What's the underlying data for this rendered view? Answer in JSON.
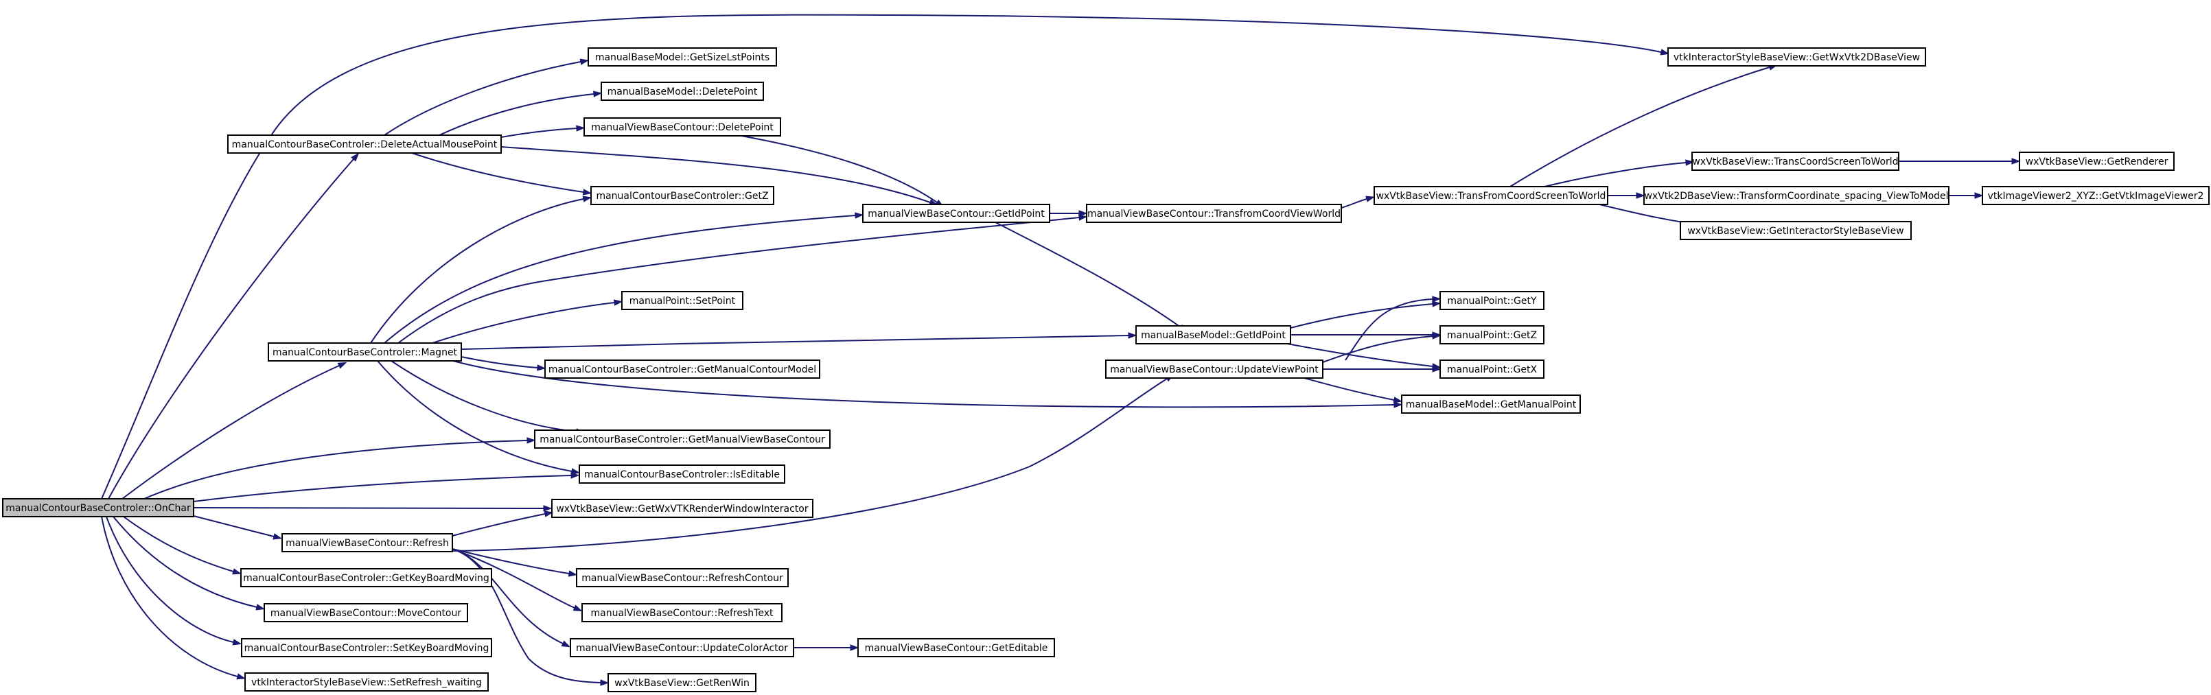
{
  "graph": {
    "edge_color": "#191970",
    "node_fill": "#ffffff",
    "root_fill": "#bfbfbf",
    "root": "manualContourBaseControler::OnChar",
    "nodes": [
      "manualContourBaseControler::OnChar",
      "manualContourBaseControler::DeleteActualMousePoint",
      "manualContourBaseControler::Magnet",
      "manualViewBaseContour::Refresh",
      "manualContourBaseControler::GetKeyBoardMoving",
      "manualViewBaseContour::MoveContour",
      "manualContourBaseControler::SetKeyBoardMoving",
      "vtkInteractorStyleBaseView::SetRefresh_waiting",
      "manualBaseModel::GetSizeLstPoints",
      "manualBaseModel::DeletePoint",
      "manualViewBaseContour::DeletePoint",
      "manualContourBaseControler::GetZ",
      "manualPoint::SetPoint",
      "manualContourBaseControler::GetManualContourModel",
      "manualContourBaseControler::GetManualViewBaseContour",
      "manualContourBaseControler::IsEditable",
      "wxVtkBaseView::GetWxVTKRenderWindowInteractor",
      "manualViewBaseContour::RefreshContour",
      "manualViewBaseContour::RefreshText",
      "manualViewBaseContour::UpdateColorActor",
      "wxVtkBaseView::GetRenWin",
      "manualViewBaseContour::GetEditable",
      "manualViewBaseContour::GetIdPoint",
      "manualViewBaseContour::TransfromCoordViewWorld",
      "manualBaseModel::GetIdPoint",
      "manualViewBaseContour::UpdateViewPoint",
      "vtkInteractorStyleBaseView::GetWxVtk2DBaseView",
      "wxVtkBaseView::TransFromCoordScreenToWorld",
      "manualPoint::GetY",
      "manualPoint::GetZ",
      "manualPoint::GetX",
      "manualBaseModel::GetManualPoint",
      "wxVtkBaseView::TransCoordScreenToWorld",
      "wxVtk2DBaseView::TransformCoordinate_spacing_ViewToModel",
      "wxVtkBaseView::GetInteractorStyleBaseView",
      "wxVtkBaseView::GetRenderer",
      "vtkImageViewer2_XYZ::GetVtkImageViewer2"
    ],
    "edges": [
      [
        "manualContourBaseControler::OnChar",
        "vtkInteractorStyleBaseView::GetWxVtk2DBaseView"
      ],
      [
        "manualContourBaseControler::OnChar",
        "manualContourBaseControler::DeleteActualMousePoint"
      ],
      [
        "manualContourBaseControler::OnChar",
        "manualContourBaseControler::Magnet"
      ],
      [
        "manualContourBaseControler::OnChar",
        "manualContourBaseControler::GetManualViewBaseContour"
      ],
      [
        "manualContourBaseControler::OnChar",
        "manualContourBaseControler::IsEditable"
      ],
      [
        "manualContourBaseControler::OnChar",
        "wxVtkBaseView::GetWxVTKRenderWindowInteractor"
      ],
      [
        "manualContourBaseControler::OnChar",
        "manualViewBaseContour::Refresh"
      ],
      [
        "manualContourBaseControler::OnChar",
        "manualContourBaseControler::GetKeyBoardMoving"
      ],
      [
        "manualContourBaseControler::OnChar",
        "manualViewBaseContour::MoveContour"
      ],
      [
        "manualContourBaseControler::OnChar",
        "manualContourBaseControler::SetKeyBoardMoving"
      ],
      [
        "manualContourBaseControler::OnChar",
        "vtkInteractorStyleBaseView::SetRefresh_waiting"
      ],
      [
        "manualContourBaseControler::DeleteActualMousePoint",
        "manualBaseModel::GetSizeLstPoints"
      ],
      [
        "manualContourBaseControler::DeleteActualMousePoint",
        "manualBaseModel::DeletePoint"
      ],
      [
        "manualContourBaseControler::DeleteActualMousePoint",
        "manualViewBaseContour::DeletePoint"
      ],
      [
        "manualContourBaseControler::DeleteActualMousePoint",
        "manualContourBaseControler::GetZ"
      ],
      [
        "manualContourBaseControler::DeleteActualMousePoint",
        "manualViewBaseContour::GetIdPoint"
      ],
      [
        "manualViewBaseContour::DeletePoint",
        "manualViewBaseContour::GetIdPoint"
      ],
      [
        "manualContourBaseControler::Magnet",
        "manualContourBaseControler::GetZ"
      ],
      [
        "manualContourBaseControler::Magnet",
        "manualViewBaseContour::GetIdPoint"
      ],
      [
        "manualContourBaseControler::Magnet",
        "manualViewBaseContour::TransfromCoordViewWorld"
      ],
      [
        "manualContourBaseControler::Magnet",
        "manualPoint::SetPoint"
      ],
      [
        "manualContourBaseControler::Magnet",
        "manualBaseModel::GetIdPoint"
      ],
      [
        "manualContourBaseControler::Magnet",
        "manualContourBaseControler::GetManualContourModel"
      ],
      [
        "manualContourBaseControler::Magnet",
        "manualBaseModel::GetManualPoint"
      ],
      [
        "manualContourBaseControler::Magnet",
        "manualContourBaseControler::GetManualViewBaseContour"
      ],
      [
        "manualContourBaseControler::Magnet",
        "manualContourBaseControler::IsEditable"
      ],
      [
        "manualViewBaseContour::GetIdPoint",
        "manualViewBaseContour::TransfromCoordViewWorld"
      ],
      [
        "manualViewBaseContour::GetIdPoint",
        "manualBaseModel::GetIdPoint"
      ],
      [
        "manualViewBaseContour::TransfromCoordViewWorld",
        "wxVtkBaseView::TransFromCoordScreenToWorld"
      ],
      [
        "wxVtkBaseView::TransFromCoordScreenToWorld",
        "vtkInteractorStyleBaseView::GetWxVtk2DBaseView"
      ],
      [
        "wxVtkBaseView::TransFromCoordScreenToWorld",
        "wxVtkBaseView::TransCoordScreenToWorld"
      ],
      [
        "wxVtkBaseView::TransFromCoordScreenToWorld",
        "wxVtk2DBaseView::TransformCoordinate_spacing_ViewToModel"
      ],
      [
        "wxVtkBaseView::TransFromCoordScreenToWorld",
        "wxVtkBaseView::GetInteractorStyleBaseView"
      ],
      [
        "wxVtkBaseView::TransCoordScreenToWorld",
        "wxVtkBaseView::GetRenderer"
      ],
      [
        "wxVtk2DBaseView::TransformCoordinate_spacing_ViewToModel",
        "vtkImageViewer2_XYZ::GetVtkImageViewer2"
      ],
      [
        "manualBaseModel::GetIdPoint",
        "manualPoint::GetY"
      ],
      [
        "manualBaseModel::GetIdPoint",
        "manualPoint::GetZ"
      ],
      [
        "manualBaseModel::GetIdPoint",
        "manualPoint::GetX"
      ],
      [
        "manualViewBaseContour::UpdateViewPoint",
        "manualPoint::GetY"
      ],
      [
        "manualViewBaseContour::UpdateViewPoint",
        "manualPoint::GetZ"
      ],
      [
        "manualViewBaseContour::UpdateViewPoint",
        "manualPoint::GetX"
      ],
      [
        "manualViewBaseContour::UpdateViewPoint",
        "manualBaseModel::GetManualPoint"
      ],
      [
        "manualViewBaseContour::Refresh",
        "wxVtkBaseView::GetWxVTKRenderWindowInteractor"
      ],
      [
        "manualViewBaseContour::Refresh",
        "manualViewBaseContour::UpdateViewPoint"
      ],
      [
        "manualViewBaseContour::Refresh",
        "manualViewBaseContour::RefreshContour"
      ],
      [
        "manualViewBaseContour::Refresh",
        "manualViewBaseContour::RefreshText"
      ],
      [
        "manualViewBaseContour::Refresh",
        "manualViewBaseContour::UpdateColorActor"
      ],
      [
        "manualViewBaseContour::Refresh",
        "wxVtkBaseView::GetRenWin"
      ],
      [
        "manualViewBaseContour::UpdateColorActor",
        "manualViewBaseContour::GetEditable"
      ]
    ]
  }
}
